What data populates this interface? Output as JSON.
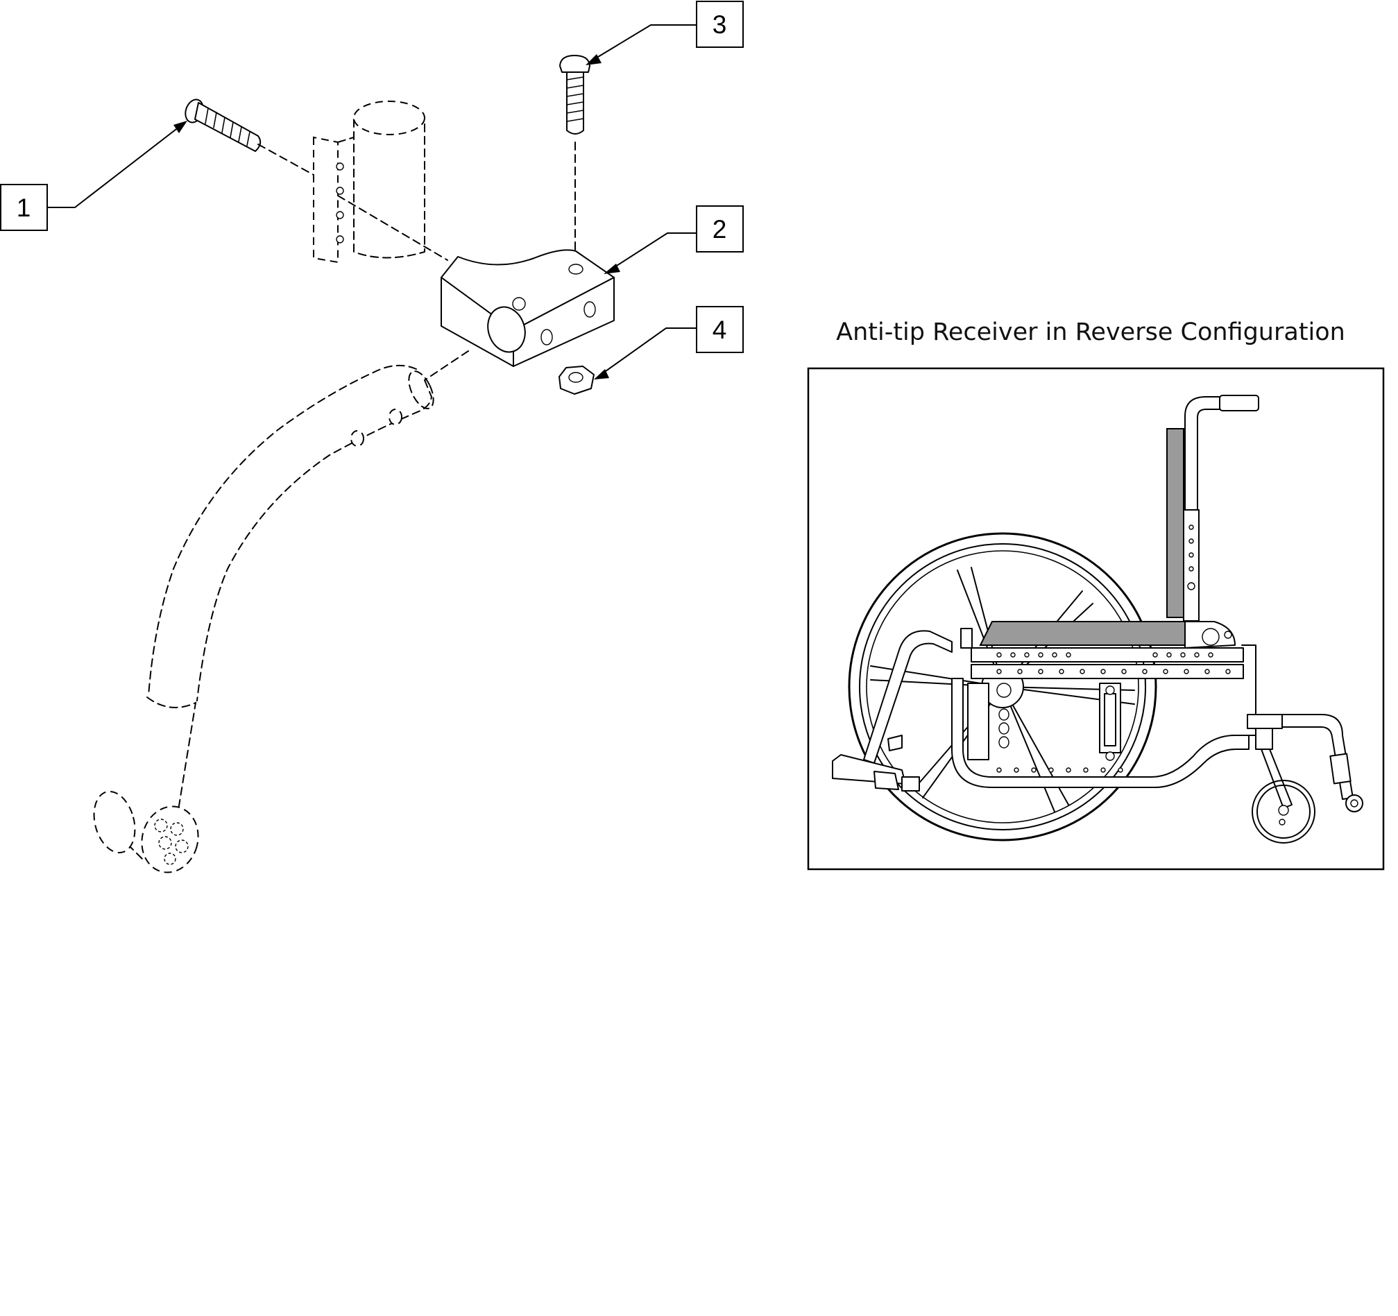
{
  "callouts": [
    {
      "number": "1",
      "part": "bolt"
    },
    {
      "number": "2",
      "part": "anti-tip-receiver"
    },
    {
      "number": "3",
      "part": "screw"
    },
    {
      "number": "4",
      "part": "nut"
    }
  ],
  "inset": {
    "title": "Anti-tip Receiver in Reverse Configuration"
  },
  "colors": {
    "line": "#000000",
    "background": "#ffffff",
    "seat": "#9a9a9a"
  }
}
